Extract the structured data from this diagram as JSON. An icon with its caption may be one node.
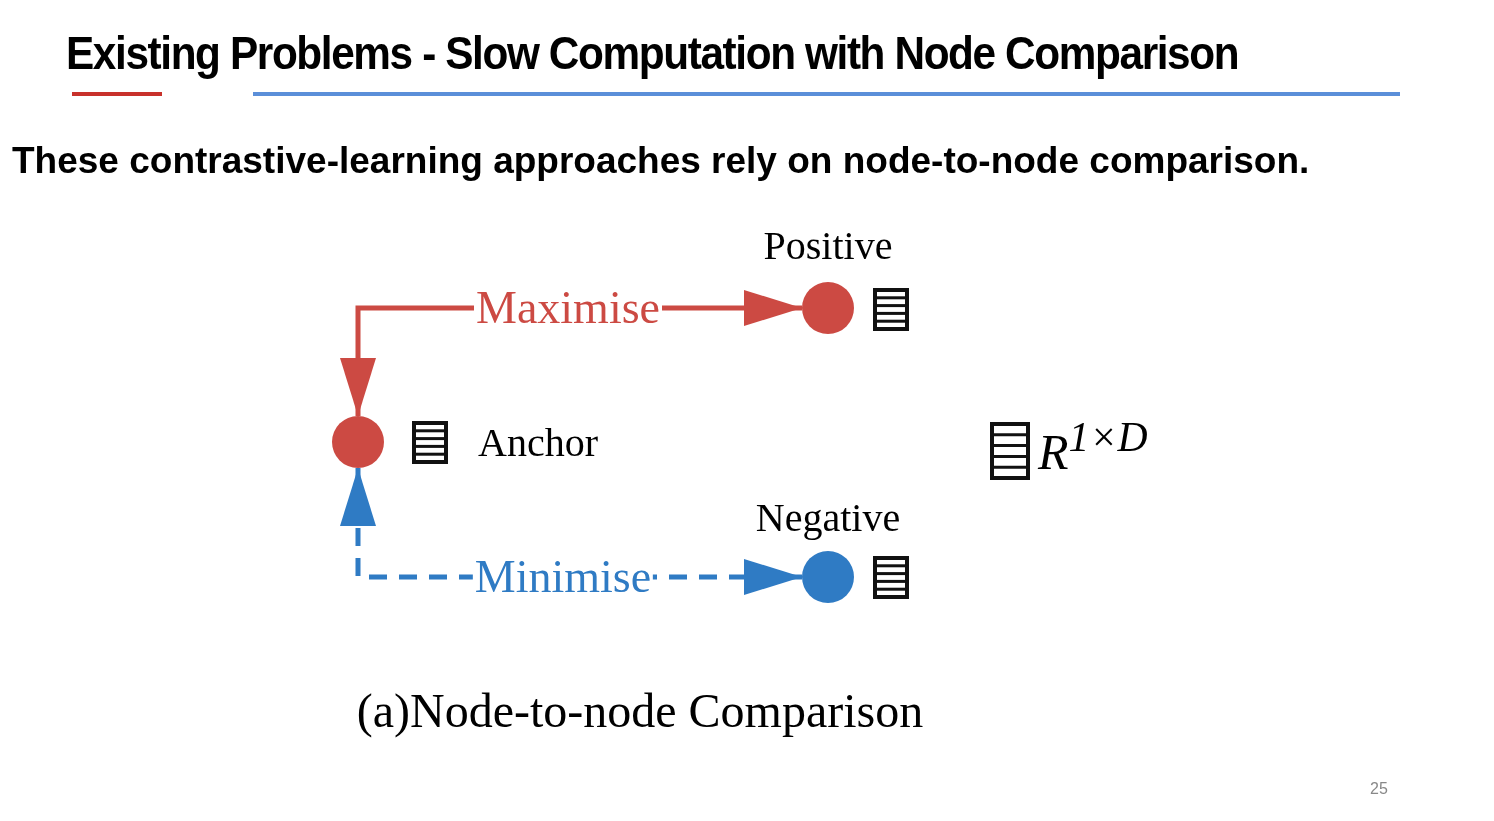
{
  "diagram": {
    "title": "Existing Problems - **Slow Computation with Node Comparison**",
    "caption": "(a)Node-to-node Comparison",
    "nodes": [
      {
        "text": [],
        "shape": "circle",
        "beside": [
          "Positive"
        ]
      },
      {
        "text": [],
        "shape": "circle",
        "beside": [
          "Anchor"
        ]
      },
      {
        "text": [],
        "shape": "circle",
        "beside": [
          "Negative"
        ]
      }
    ],
    "edges": [
      {
        "from": 1,
        "to": 0,
        "arrow": "both",
        "label": "Maximise",
        "color": "#cc4a43"
      },
      {
        "from": 1,
        "to": 2,
        "arrow": "both",
        "label": "Minimise",
        "style": "dashed",
        "color": "#2f7bc4"
      }
    ],
    "labels": [
      "These contrastive-learning approaches rely on **node-to-node comparison.**",
      "R$^{1×D}$",
      "25"
    ]
  }
}
